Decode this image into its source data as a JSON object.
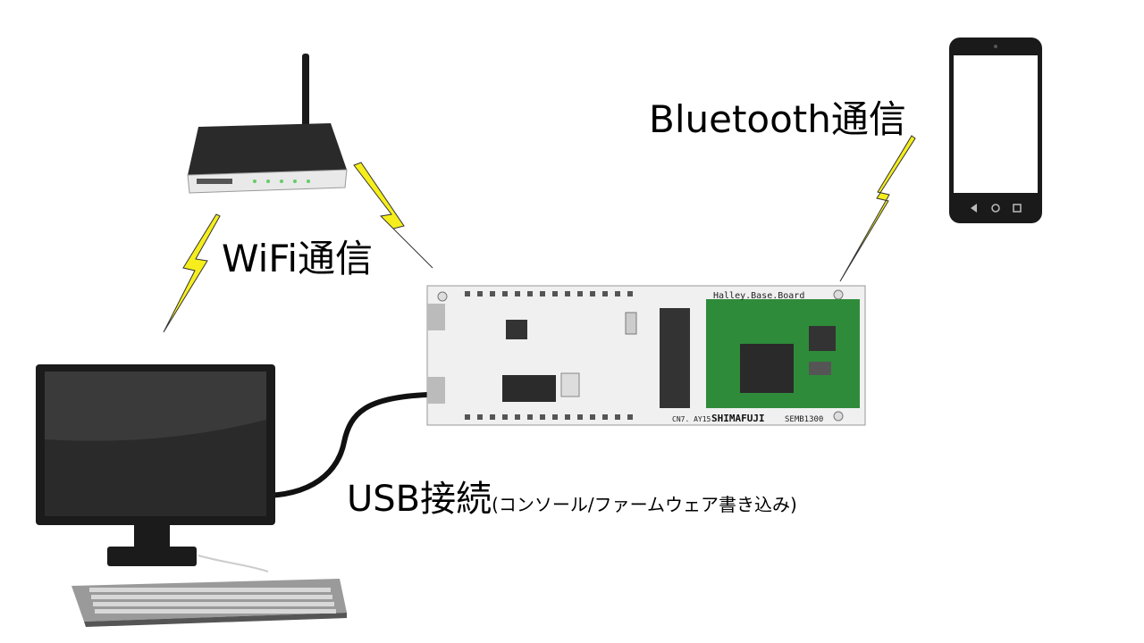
{
  "labels": {
    "wifi": "WiFi通信",
    "bluetooth": "Bluetooth通信",
    "usb_main": "USB接続",
    "usb_sub": "(コンソール/ファームウェア書き込み)"
  },
  "board": {
    "title": "Halley.Base.Board",
    "brand": "SHIMAFUJI",
    "model": "SEMB1300",
    "code": "CN7. AY15"
  },
  "colors": {
    "lightning": "#f5ee1c",
    "board_green": "#2e8b3a",
    "monitor": "#1b1b1b",
    "router": "#222222"
  }
}
